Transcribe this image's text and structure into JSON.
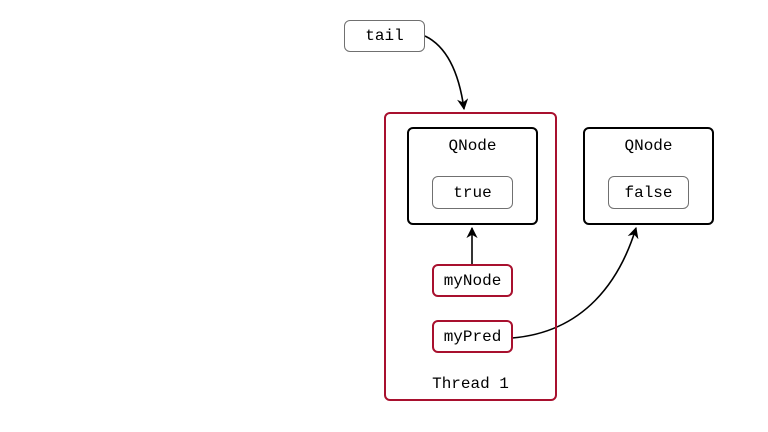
{
  "thread": {
    "label": "Thread 1"
  },
  "tail": {
    "label": "tail"
  },
  "nodes": [
    {
      "title": "QNode",
      "value": "true"
    },
    {
      "title": "QNode",
      "value": "false"
    }
  ],
  "locals": {
    "my_node": "myNode",
    "my_pred": "myPred"
  },
  "colors": {
    "thread_border": "#a8102e",
    "node_border": "#000000",
    "pill_border": "#707070"
  }
}
